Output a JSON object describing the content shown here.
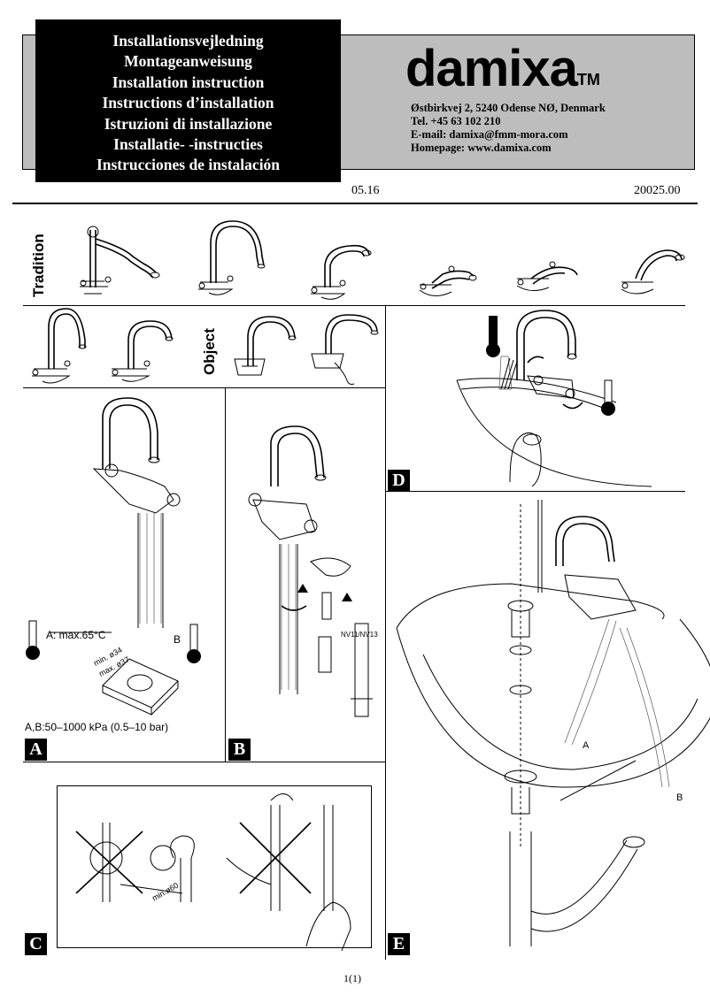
{
  "header": {
    "titles": [
      "Installationsvejledning",
      "Montageanweisung",
      "Installation instruction",
      "Instructions d’installation",
      "Istruzioni di installazione",
      "Installatie- -instructies",
      "Instrucciones de instalación"
    ],
    "brand": "damixa",
    "brand_tm": "TM",
    "address": [
      "Østbirkvej 2, 5240 Odense NØ, Denmark",
      "Tel. +45 63 102 210",
      "E-mail: damixa@fmm-mora.com",
      "Homepage: www.damixa.com"
    ],
    "date": "05.16",
    "doc_number": "20025.00"
  },
  "series": {
    "tradition": "Tradition",
    "object": "Object"
  },
  "sections": {
    "a": "A",
    "b": "B",
    "c": "C",
    "d": "D",
    "e": "E"
  },
  "annotations": {
    "a_temp": "A: max.65°C",
    "b_side": "B",
    "min_dia": "min. ø34",
    "max_dia": "max. ø37",
    "pressure": "A,B:50–1000 kPa (0.5–10 bar)",
    "nv_code": "NV11/NV13",
    "min_bend": "min.ø60",
    "hose_a": "A",
    "hose_b": "B"
  },
  "footer": {
    "page": "1(1)"
  }
}
